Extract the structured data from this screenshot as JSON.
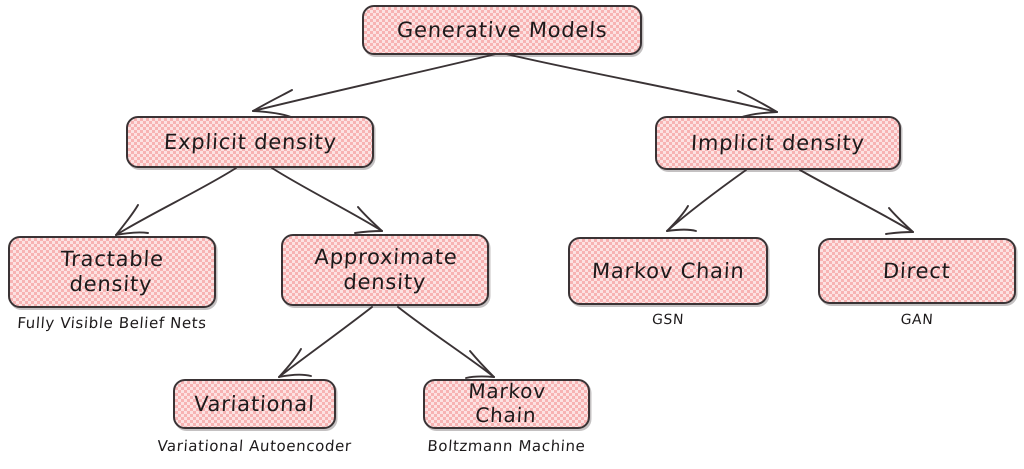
{
  "diagram": {
    "title": "Generative Models taxonomy tree",
    "orientation": "top-down tree",
    "style": "hand-drawn sketch",
    "colors": {
      "node_fill": "#f7b3b3",
      "node_stroke": "#3a3335",
      "edge_stroke": "#3a3335",
      "text": "#1d1a1b",
      "background": "#ffffff"
    },
    "nodes": {
      "root": {
        "label": "Generative Models"
      },
      "explicit": {
        "label": "Explicit density"
      },
      "implicit": {
        "label": "Implicit density"
      },
      "tractable": {
        "label": "Tractable\ndensity",
        "caption": "Fully Visible Belief Nets"
      },
      "approximate": {
        "label": "Approximate\ndensity"
      },
      "markov_right": {
        "label": "Markov Chain",
        "caption": "GSN"
      },
      "direct": {
        "label": "Direct",
        "caption": "GAN"
      },
      "variational": {
        "label": "Variational",
        "caption": "Variational Autoencoder"
      },
      "markov_bottom": {
        "label": "Markov Chain",
        "caption": "Boltzmann Machine"
      }
    },
    "edges": [
      {
        "from": "root",
        "to": "explicit"
      },
      {
        "from": "root",
        "to": "implicit"
      },
      {
        "from": "explicit",
        "to": "tractable"
      },
      {
        "from": "explicit",
        "to": "approximate"
      },
      {
        "from": "implicit",
        "to": "markov_right"
      },
      {
        "from": "implicit",
        "to": "direct"
      },
      {
        "from": "approximate",
        "to": "variational"
      },
      {
        "from": "approximate",
        "to": "markov_bottom"
      }
    ]
  }
}
